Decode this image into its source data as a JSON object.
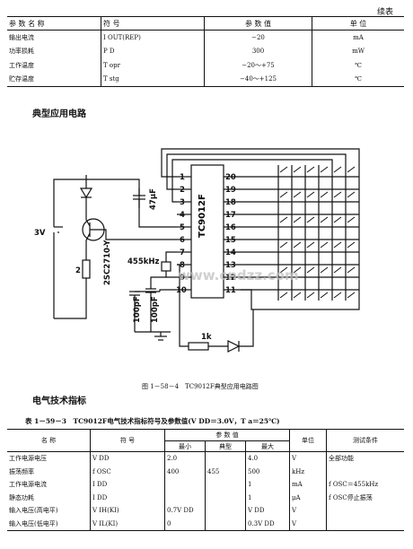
{
  "continued_label": "续表",
  "table1": {
    "headers": [
      "参 数 名 称",
      "符 号",
      "参 数 值",
      "单 位"
    ],
    "rows": [
      [
        "输出电流",
        "I OUT(REP)",
        "−20",
        "mA"
      ],
      [
        "功率损耗",
        "P D",
        "300",
        "mW"
      ],
      [
        "工作温度",
        "T opr",
        "−20～+75",
        "℃"
      ],
      [
        "贮存温度",
        "T stg",
        "−40～+125",
        "℃"
      ]
    ]
  },
  "section1_title": "典型应用电路",
  "circuit": {
    "chip_label": "TC9012F",
    "left_pins": [
      "1",
      "2",
      "3",
      "4",
      "5",
      "6",
      "7",
      "8",
      "9",
      "10"
    ],
    "right_pins": [
      "20",
      "19",
      "18",
      "17",
      "16",
      "15",
      "14",
      "13",
      "12",
      "11"
    ],
    "voltage": "3V",
    "transistor": "2SC2710-Y",
    "capacitor_top": "47μF",
    "resistor_side": "2",
    "crystal": "455kHz",
    "cap_a": "100pF",
    "cap_b": "100pF",
    "resistor_bottom": "1k",
    "watermark": "www.cndzz.com"
  },
  "figure_caption": "图 1－58－4　TC9012F典型应用电路图",
  "section2_title": "电气技术指标",
  "table2": {
    "caption": "表 1－59－3　TC9012F电气技术指标符号及参数值(V DD＝3.0V，T a＝25℃)",
    "headers": [
      "名 称",
      "符 号",
      "参 数 值",
      "单位",
      "测试条件"
    ],
    "subheaders": [
      "最小",
      "典型",
      "最大"
    ],
    "rows": [
      [
        "工作电源电压",
        "V DD",
        "2.0",
        "",
        "4.0",
        "V",
        "全部功能"
      ],
      [
        "振荡频率",
        "f OSC",
        "400",
        "455",
        "500",
        "kHz",
        ""
      ],
      [
        "工作电源电流",
        "I DD",
        "",
        "",
        "1",
        "mA",
        "f OSC＝455kHz"
      ],
      [
        "静态功耗",
        "I DD",
        "",
        "",
        "1",
        "μA",
        "f OSC停止振荡"
      ],
      [
        "输入电压(高电平)",
        "V IH(KI)",
        "0.7V DD",
        "",
        "V DD",
        "V",
        ""
      ],
      [
        "输入电压(低电平)",
        "V IL(KI)",
        "0",
        "",
        "0.3V DD",
        "V",
        ""
      ]
    ]
  }
}
